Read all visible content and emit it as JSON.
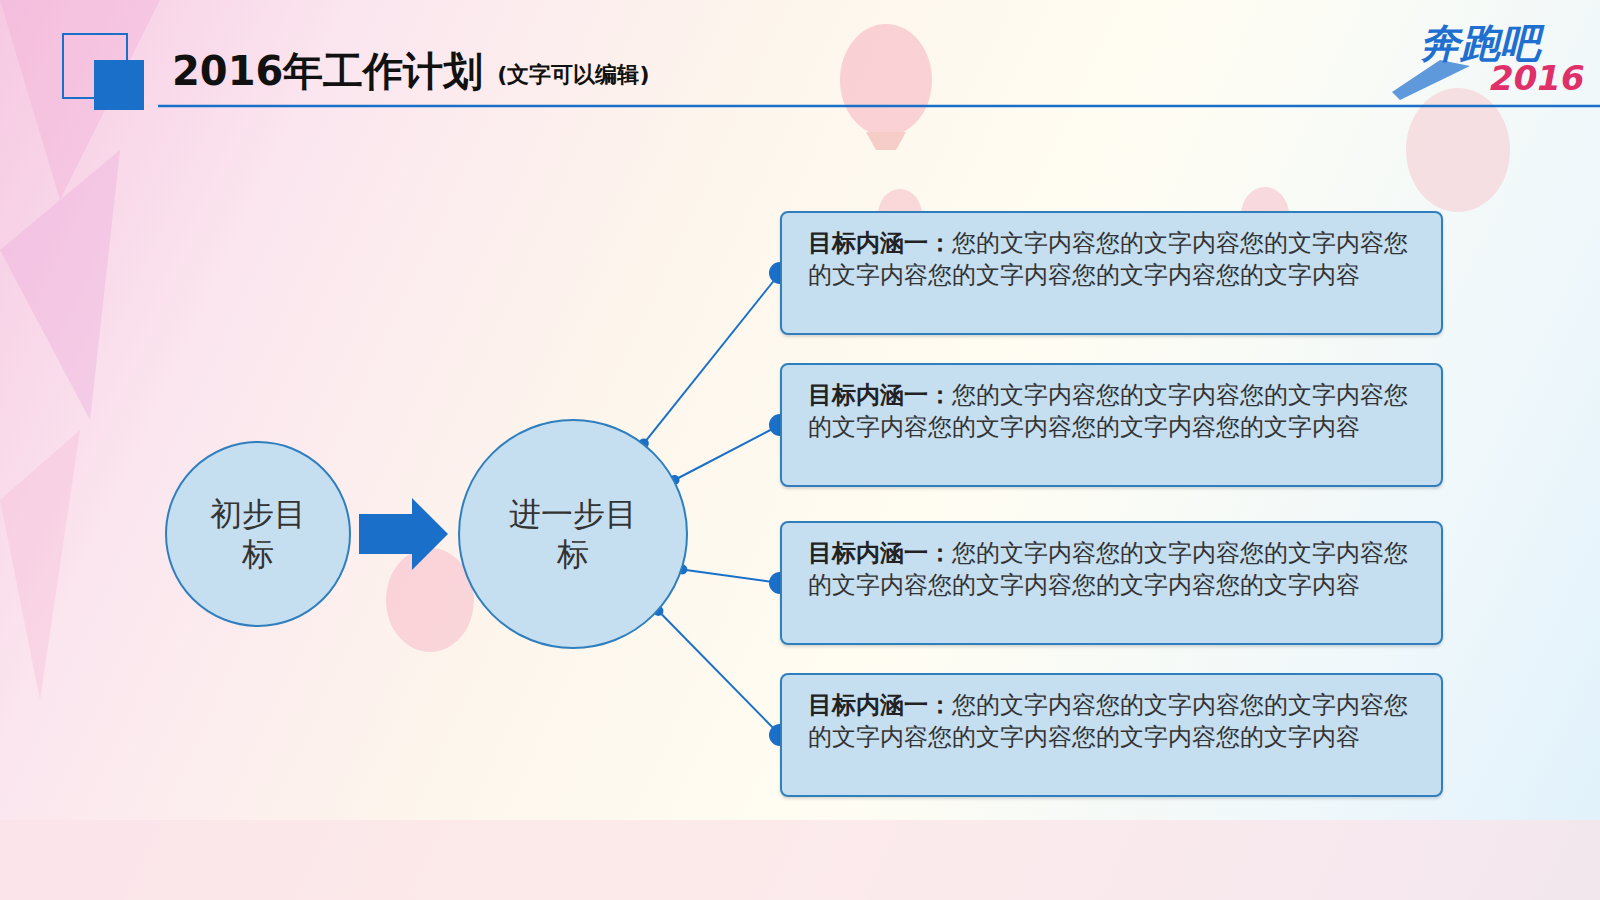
{
  "diagram": {
    "title": "2016年工作计划",
    "nodes": [
      {
        "text": [
          "初步目标"
        ]
      },
      {
        "text": [
          "进一步目标"
        ]
      },
      {
        "text": [
          "目标内涵一：",
          "您的文字内容您的文字内容您的文字内容您的文字内容您的文字内容您的文字内容您的文字内容"
        ]
      },
      {
        "text": [
          "目标内涵一：",
          "您的文字内容您的文字内容您的文字内容您的文字内容您的文字内容您的文字内容您的文字内容"
        ]
      },
      {
        "text": [
          "目标内涵一：",
          "您的文字内容您的文字内容您的文字内容您的文字内容您的文字内容您的文字内容您的文字内容"
        ]
      },
      {
        "text": [
          "目标内涵一：",
          "您的文字内容您的文字内容您的文字内容您的文字内容您的文字内容您的文字内容您的文字内容"
        ]
      }
    ],
    "edges": [
      {
        "from": 0,
        "to": 1,
        "arrow": "to"
      },
      {
        "from": 1,
        "to": 2,
        "arrow": "none"
      },
      {
        "from": 1,
        "to": 3,
        "arrow": "none"
      },
      {
        "from": 1,
        "to": 4,
        "arrow": "none"
      },
      {
        "from": 1,
        "to": 5,
        "arrow": "none"
      }
    ],
    "labels": [
      "(文字可以编辑)",
      "奔跑吧",
      "2016"
    ]
  }
}
